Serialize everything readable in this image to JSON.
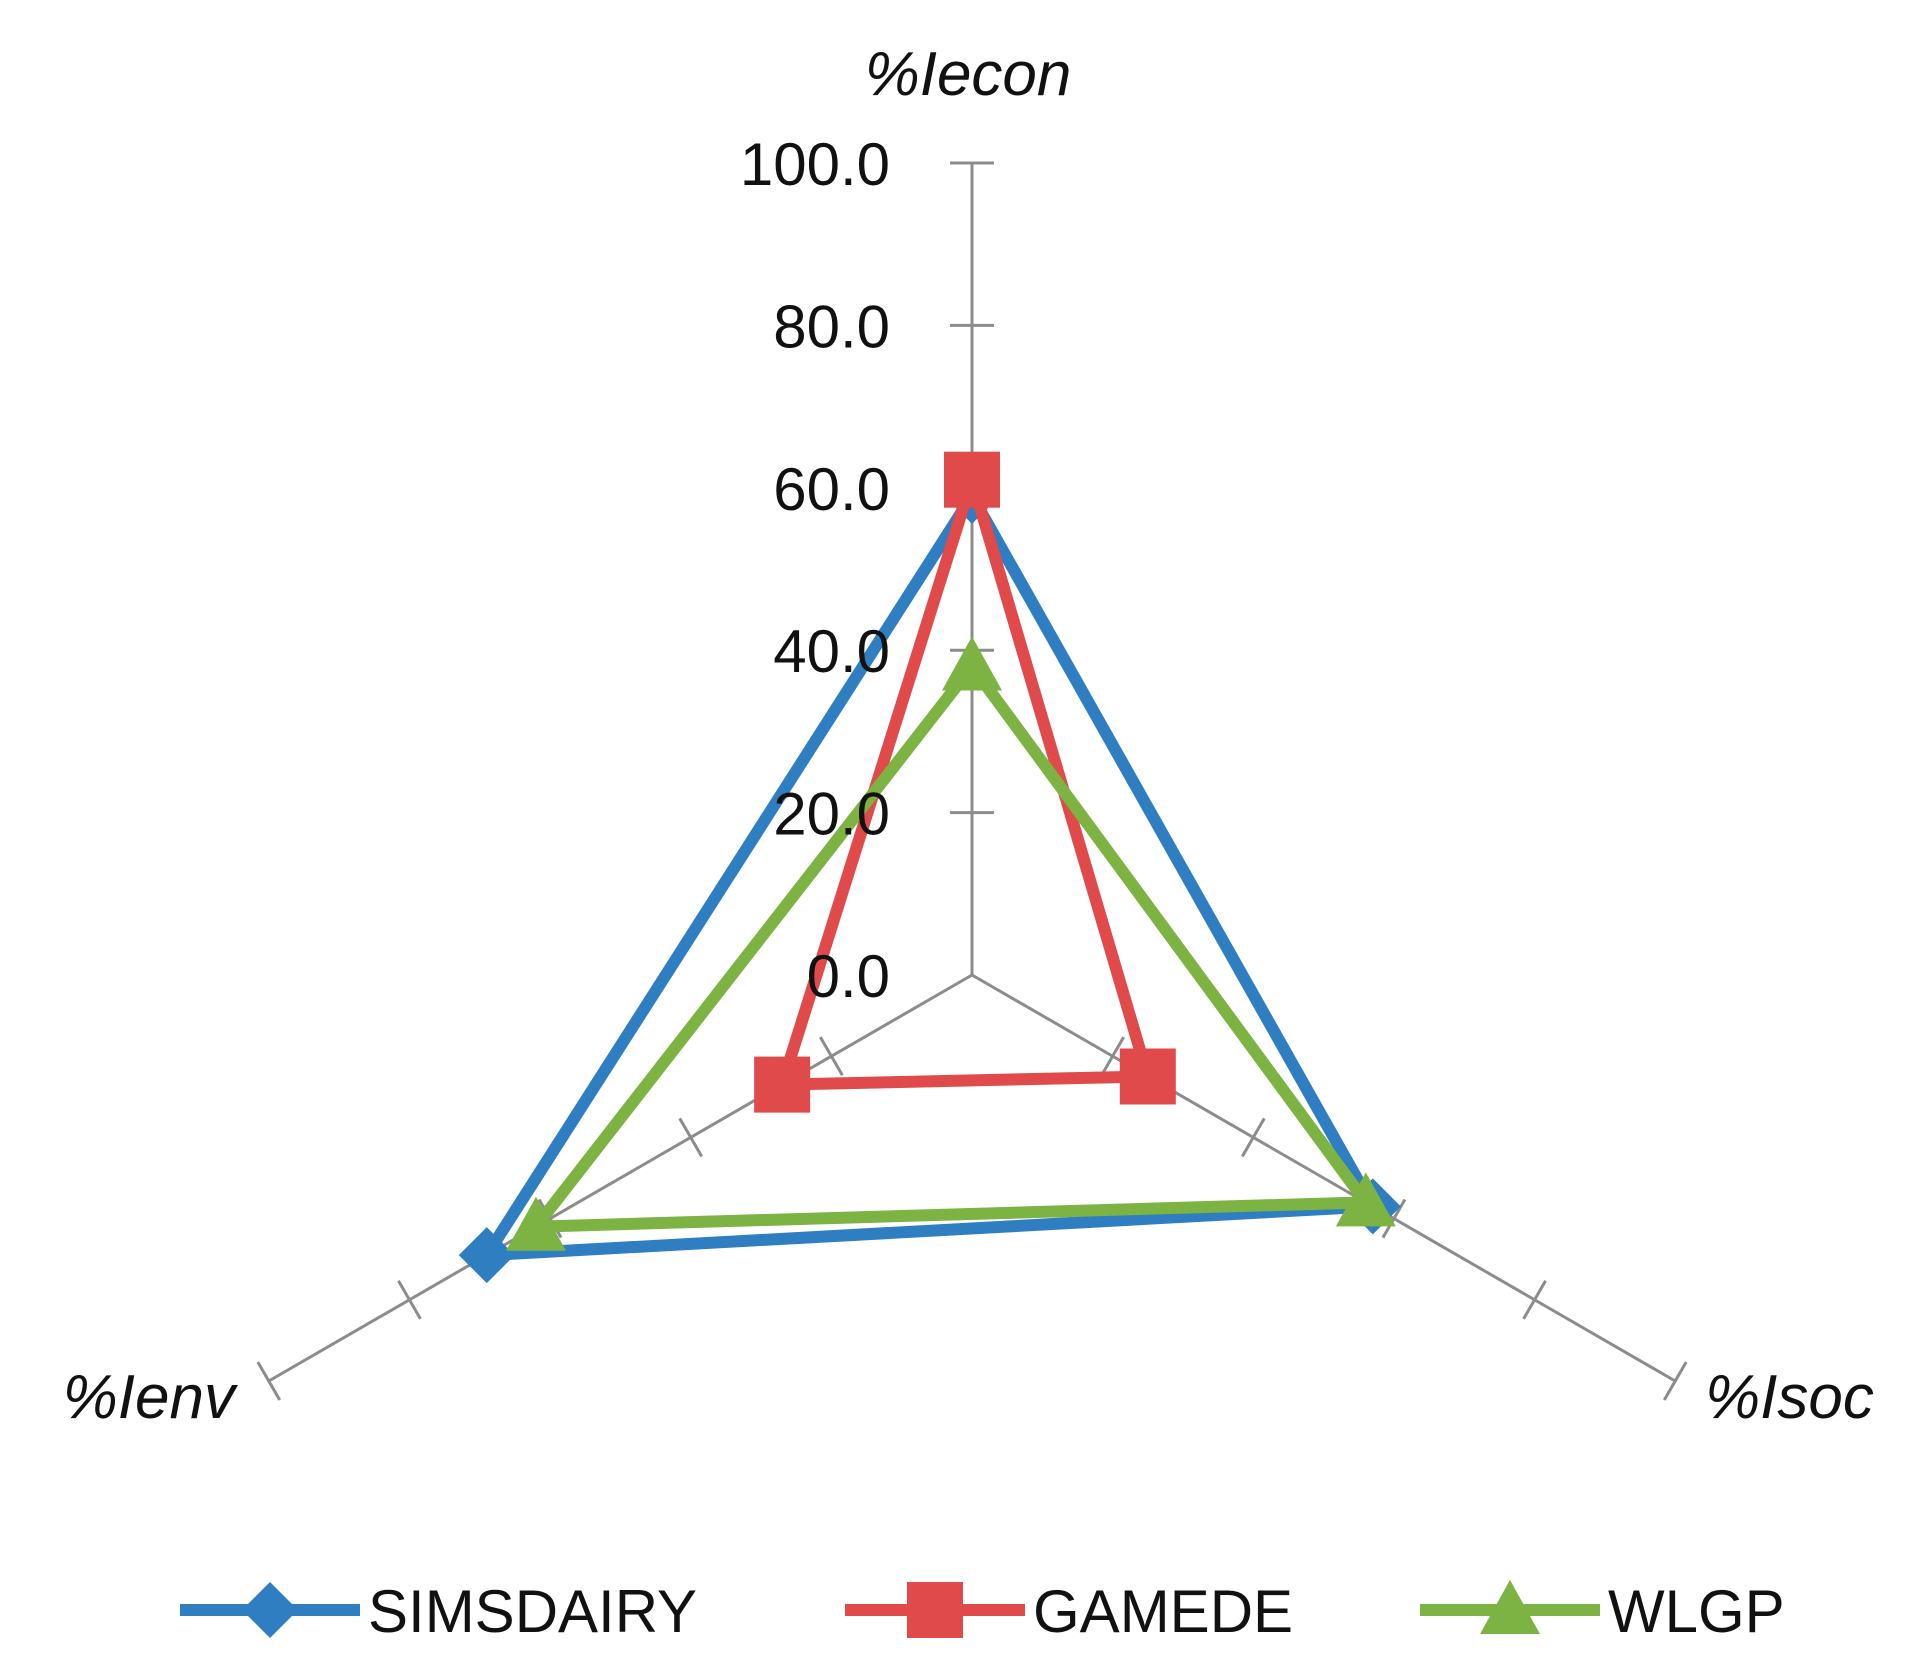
{
  "chart_data": {
    "type": "radar",
    "axes": [
      "%Iecon",
      "%Isoc",
      "%Ienv"
    ],
    "tick_labels": [
      "0.0",
      "20.0",
      "40.0",
      "60.0",
      "80.0",
      "100.0"
    ],
    "rlim": [
      0,
      100
    ],
    "grid": false,
    "legend_position": "bottom",
    "series": [
      {
        "name": "SIMSDAIRY",
        "marker": "diamond",
        "color": "#2E7EC1",
        "values": [
          59,
          57,
          69
        ]
      },
      {
        "name": "GAMEDE",
        "marker": "square",
        "color": "#E04A4A",
        "values": [
          61,
          25,
          27
        ]
      },
      {
        "name": "WLGP",
        "marker": "triangle",
        "color": "#7CB342",
        "values": [
          38,
          56,
          62
        ]
      }
    ]
  }
}
